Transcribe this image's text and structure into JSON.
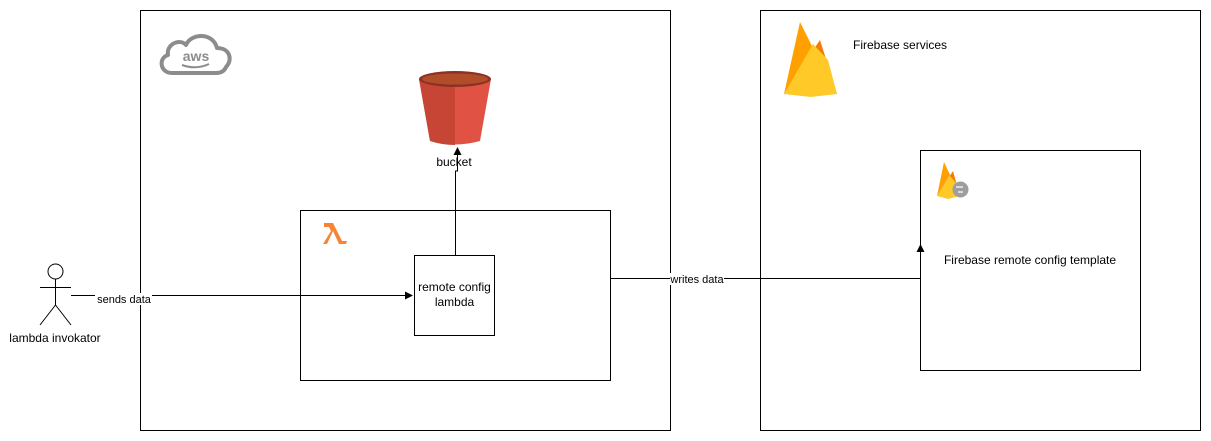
{
  "actor": {
    "label": "lambda invokator"
  },
  "aws": {
    "logo_icon": "aws-cloud-icon",
    "logo_text": "aws"
  },
  "bucket": {
    "icon": "s3-bucket-icon",
    "label": "bucket"
  },
  "lambda_group": {
    "icon": "lambda-icon"
  },
  "lambda_function": {
    "label_line1": "remote config",
    "label_line2": "lambda"
  },
  "firebase": {
    "logo_icon": "firebase-flame-icon",
    "label": "Firebase services",
    "remote_config": {
      "icon": "firebase-remote-config-icon",
      "label": "Firebase remote config template"
    }
  },
  "edges": {
    "sends": {
      "label": "sends data"
    },
    "writes": {
      "label": "writes data"
    },
    "to_bucket": {
      "label": ""
    }
  },
  "colors": {
    "aws_gray": "#8C8C8C",
    "bucket_red": "#E05243",
    "bucket_dark": "#8C3123",
    "bucket_top": "#F58536",
    "lambda_orange": "#F58534",
    "firebase_yellow": "#FFCA28",
    "firebase_orange": "#FFA000",
    "firebase_dark": "#F57C00"
  }
}
